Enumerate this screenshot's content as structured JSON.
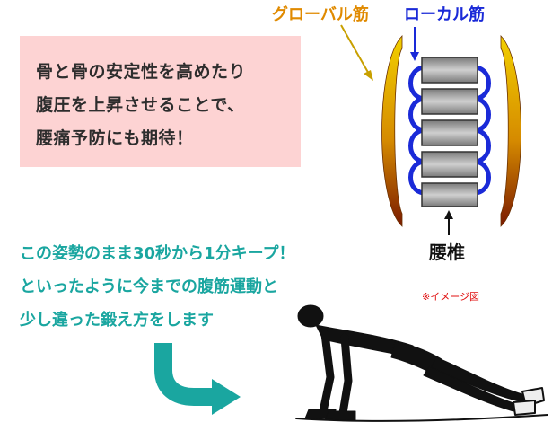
{
  "note_box": {
    "lines": [
      "骨と骨の安定性を高めたり",
      "腹圧を上昇させることで、",
      "腰痛予防にも期待！"
    ]
  },
  "diagram": {
    "global_muscle_label": "グローバル筋",
    "local_muscle_label": "ローカル筋",
    "lumbar_label": "腰椎",
    "image_note": "※イメージ図",
    "colors": {
      "global_muscle": "#d79a00",
      "local_muscle": "#1a2ad8",
      "vertebra": "#b8b8b8"
    }
  },
  "instructions": {
    "lines": [
      "この姿勢のまま30秒から1分キープ！",
      "といったように今までの腹筋運動と",
      "少し違った鍛え方をします"
    ],
    "accent_color": "#1aa6a0"
  },
  "illustration": {
    "figure": "plank-figure",
    "arrow": "curved-arrow-icon"
  }
}
